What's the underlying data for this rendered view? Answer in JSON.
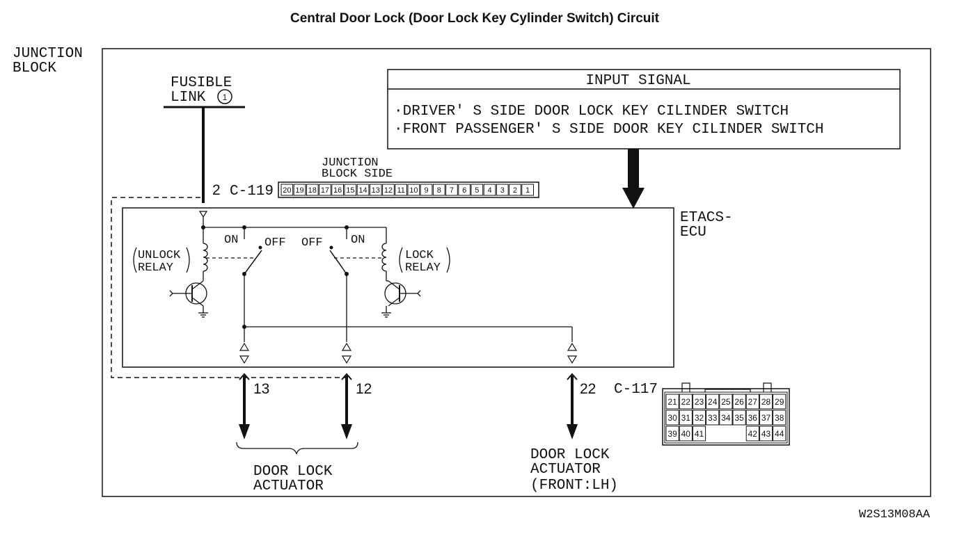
{
  "title": "Central Door Lock (Door Lock Key Cylinder Switch) Circuit",
  "junction_block_label": [
    "JUNCTION",
    "BLOCK"
  ],
  "fusible_link": {
    "lines": [
      "FUSIBLE",
      "LINK"
    ],
    "number": "1"
  },
  "input_signal": {
    "header": "INPUT SIGNAL",
    "items": [
      "·DRIVER' S SIDE DOOR LOCK KEY CILINDER SWITCH",
      "·FRONT PASSENGER' S SIDE DOOR KEY CILINDER SWITCH"
    ]
  },
  "connector_c119": {
    "pin_label": "2",
    "name": "C-119",
    "side_label": [
      "JUNCTION",
      "BLOCK SIDE"
    ],
    "pins": [
      "20",
      "19",
      "18",
      "17",
      "16",
      "15",
      "14",
      "13",
      "12",
      "11",
      "10",
      "9",
      "8",
      "7",
      "6",
      "5",
      "4",
      "3",
      "2",
      "1"
    ]
  },
  "ecu_label": [
    "ETACS-",
    "ECU"
  ],
  "relays": {
    "unlock": [
      "UNLOCK",
      "RELAY"
    ],
    "lock": [
      "LOCK",
      "RELAY"
    ]
  },
  "switch_labels": {
    "on": "ON",
    "off": "OFF"
  },
  "outputs": {
    "pin13": "13",
    "pin12": "12",
    "pin22": "22",
    "door_lock_actuator": [
      "DOOR LOCK",
      "ACTUATOR"
    ],
    "door_lock_actuator_front": [
      "DOOR LOCK",
      "ACTUATOR",
      "(FRONT:LH)"
    ]
  },
  "connector_c117": {
    "name": "C-117",
    "rows": [
      [
        "21",
        "22",
        "23",
        "24",
        "25",
        "26",
        "27",
        "28",
        "29"
      ],
      [
        "30",
        "31",
        "32",
        "33",
        "34",
        "35",
        "36",
        "37",
        "38"
      ],
      [
        "39",
        "40",
        "41",
        "",
        "",
        "",
        "42",
        "43",
        "44"
      ]
    ]
  },
  "figure_code": "W2S13M08AA"
}
